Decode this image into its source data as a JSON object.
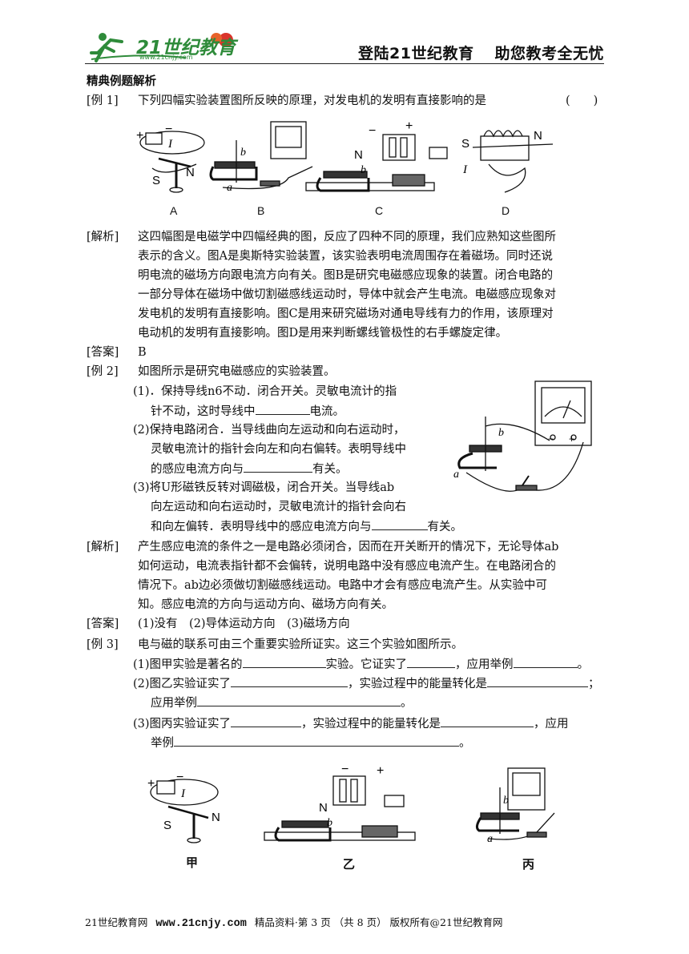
{
  "header": {
    "logo_text": "21世纪教育",
    "logo_url": "www.21cnjy.com",
    "slogan_left": "登陆21世纪教育",
    "slogan_right": "助您教考全无忧"
  },
  "section_title": "精典例题解析",
  "example1": {
    "tag": "[例 1]",
    "question": "下列四幅实验装置图所反映的原理，对发电机的发明有直接影响的是",
    "paren": "(　　)",
    "figure_labels": [
      "A",
      "B",
      "C",
      "D"
    ],
    "analysis_tag": "[解析]",
    "analysis_lines": [
      "这四幅图是电磁学中四幅经典的图，反应了四种不同的原理，我们应熟知这些图所",
      "表示的含义。图A是奥斯特实验装置，该实验表明电流周围存在着磁场。同时还说",
      "明电流的磁场方向跟电流方向有关。图B是研究电磁感应现象的装置。闭合电路的",
      "一部分导体在磁场中做切割磁感线运动时，导体中就会产生电流。电磁感应现象对",
      "发电机的发明有直接影响。图C是用来研究磁场对通电导线有力的作用，该原理对",
      "电动机的发明有直接影响。图D是用来判断螺线管极性的右手螺旋定律。"
    ],
    "answer_tag": "[答案]",
    "answer": "B"
  },
  "example2": {
    "tag": "[例 2]",
    "question": "如图所示是研究电磁感应的实验装置。",
    "items": [
      "(1)．保持导线n6不动．闭合开关。灵敏电流计的指",
      "针不动，这时导线中",
      "电流。",
      "(2)保持电路闭合．当导线曲向左运动和向右运动时，",
      "灵敏电流计的指针会向左和向右偏转。表明导线中",
      "的感应电流方向与",
      "有关。",
      "(3)将U形磁铁反转对调磁极，闭合开关。当导线ab",
      "向左运动和向右运动时，灵敏电流计的指针会向右",
      "和向左偏转．表明导线中的感应电流方向与",
      "有关。"
    ],
    "analysis_tag": "[解析]",
    "analysis_lines": [
      "产生感应电流的条件之一是电路必须闭合，因而在开关断开的情况下，无论导体ab",
      "如何运动，电流表指针都不会偏转，说明电路中没有感应电流产生。在电路闭合的",
      "情况下。ab边必须做切割磁感线运动。电路中才会有感应电流产生。从实验中可",
      "知。感应电流的方向与运动方向、磁场方向有关。"
    ],
    "answer_tag": "[答案]",
    "answer": "(1)没有　(2)导体运动方向　(3)磁场方向"
  },
  "example3": {
    "tag": "[例 3]",
    "question": "电与磁的联系可由三个重要实验所证实。这三个实验如图所示。",
    "q1": [
      "(1)图甲实验是著名的",
      "实验。它证实了",
      "，应用举例",
      "。"
    ],
    "q2": [
      "(2)图乙实验证实了",
      "，实验过程中的能量转化是",
      "；"
    ],
    "q2b": [
      "应用举例",
      "。"
    ],
    "q3": [
      "(3)图丙实验证实了",
      "，实验过程中的能量转化是",
      "，应用"
    ],
    "q3b": [
      "举例",
      "。"
    ],
    "figure_labels": [
      "甲",
      "乙",
      "丙"
    ]
  },
  "figure_text": {
    "plus": "+",
    "minus": "−",
    "I": "I",
    "S": "S",
    "N": "N",
    "a": "a",
    "b": "b"
  },
  "footer": {
    "left": "21世纪教育网",
    "url": "www.21cnjy.com",
    "right": "精品资料·第 3 页 （共 8 页） 版权所有@21世纪教育网"
  }
}
